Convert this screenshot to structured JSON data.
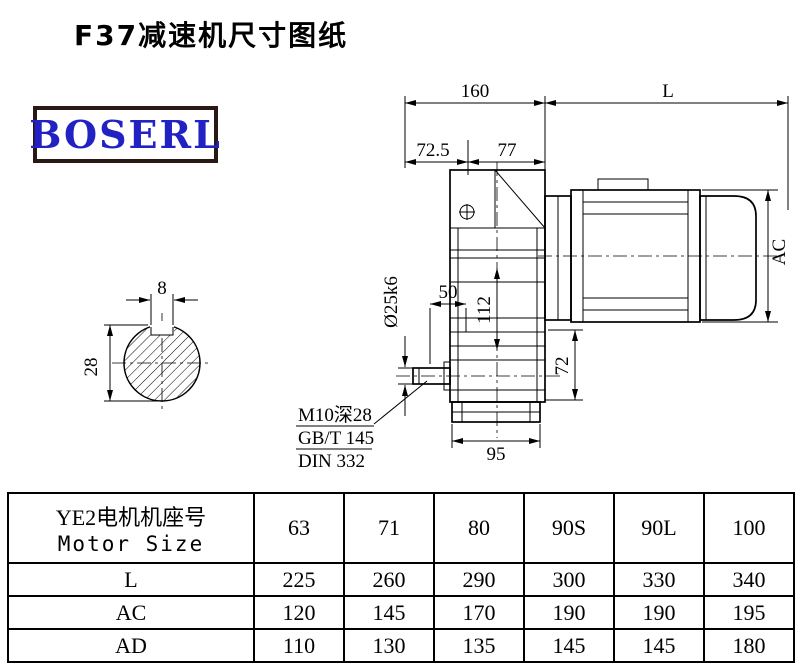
{
  "page": {
    "title": "F37减速机尺寸图纸",
    "logo_text": "BOSERL",
    "colors": {
      "logo_text": "#2222c4",
      "logo_border": "#2a1815",
      "line": "#000000"
    }
  },
  "drawing": {
    "labels": {
      "top_width": "160",
      "motor_length": "L",
      "offset_left": "72.5",
      "offset_right": "77",
      "motor_diameter": "AC",
      "key_width": "8",
      "shaft_dia_side": "28",
      "shaft_dia": "Ø25k6",
      "hub_length": "50",
      "center_height": "112",
      "foot_height": "72",
      "foot_width": "95",
      "note_thread": "M10深28",
      "note_standard1": "GB/T 145",
      "note_standard2": "DIN 332"
    }
  },
  "table": {
    "header_line1": "YE2电机机座号",
    "header_line2": "Motor Size",
    "sizes": [
      "63",
      "71",
      "80",
      "90S",
      "90L",
      "100"
    ],
    "rows": [
      {
        "label": "L",
        "values": [
          "225",
          "260",
          "290",
          "300",
          "330",
          "340"
        ]
      },
      {
        "label": "AC",
        "values": [
          "120",
          "145",
          "170",
          "190",
          "190",
          "195"
        ]
      },
      {
        "label": "AD",
        "values": [
          "110",
          "130",
          "135",
          "145",
          "145",
          "180"
        ]
      }
    ]
  }
}
